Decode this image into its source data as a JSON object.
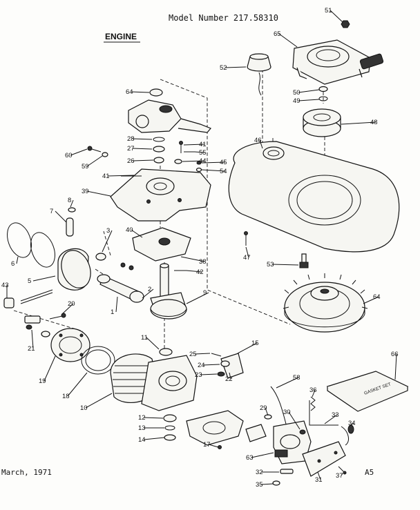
{
  "header": {
    "model_number": "Model Number 217.58310",
    "section_title": "ENGINE"
  },
  "footer": {
    "date": "March, 1971",
    "page_ref": "A5"
  },
  "box_label": "GASKET SET",
  "callouts": [
    "51",
    "65",
    "52",
    "64",
    "50",
    "49",
    "48",
    "46",
    "28",
    "41",
    "55",
    "27",
    "44",
    "45",
    "26",
    "54",
    "60",
    "59",
    "41",
    "39",
    "8",
    "7",
    "40",
    "3",
    "38",
    "42",
    "47",
    "53",
    "6",
    "5",
    "1",
    "2",
    "9",
    "43",
    "20",
    "64",
    "21",
    "11",
    "25",
    "15",
    "66",
    "24",
    "23",
    "22",
    "19",
    "58",
    "18",
    "10",
    "36",
    "29",
    "30",
    "33",
    "34",
    "12",
    "13",
    "14",
    "17",
    "63",
    "37",
    "31",
    "32",
    "35"
  ]
}
